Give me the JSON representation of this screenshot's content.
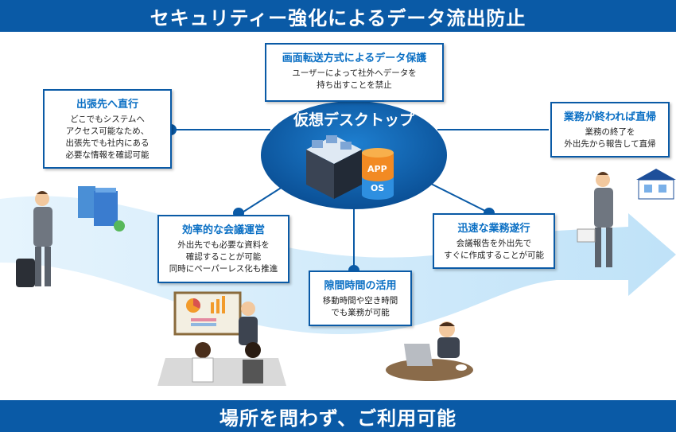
{
  "header": {
    "title": "セキュリティー強化によるデータ流出防止"
  },
  "footer": {
    "title": "場所を問わず、ご利用可能"
  },
  "center": {
    "title": "仮想デスクトップ",
    "app_label": "APP",
    "os_label": "OS"
  },
  "cards": {
    "security": {
      "title": "画面転送方式によるデータ保護",
      "body": "ユーザーによって社外へデータを\n持ち出すことを禁止"
    },
    "trip": {
      "title": "出張先へ直行",
      "body": "どこでもシステムへ\nアクセス可能なため、\n出張先でも社内にある\n必要な情報を確認可能"
    },
    "return": {
      "title": "業務が終われば直帰",
      "body": "業務の終了を\n外出先から報告して直帰"
    },
    "meeting": {
      "title": "効率的な会議運営",
      "body": "外出先でも必要な資料を\n確認することが可能\n同時にペーパーレス化も推進"
    },
    "spare": {
      "title": "隙間時間の活用",
      "body": "移動時間や空き時間\nでも業務が可能"
    },
    "speedy": {
      "title": "迅速な業務遂行",
      "body": "会議報告を外出先で\nすぐに作成することが可能"
    }
  },
  "colors": {
    "brand": "#0a5aa6",
    "accent": "#0a6fc4",
    "flow": "#cfe9fa"
  }
}
